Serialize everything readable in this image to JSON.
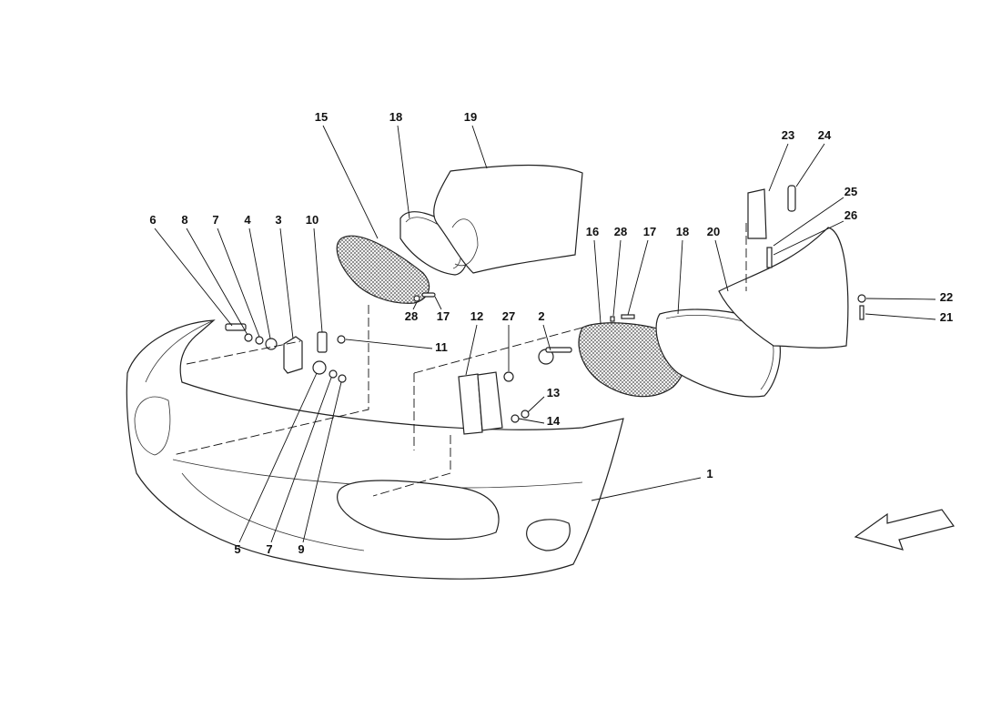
{
  "diagram": {
    "callouts": [
      "15",
      "18",
      "19",
      "23",
      "24",
      "25",
      "26",
      "6",
      "8",
      "7",
      "4",
      "3",
      "10",
      "16",
      "28",
      "17",
      "18",
      "20",
      "22",
      "21",
      "28",
      "17",
      "12",
      "27",
      "2",
      "11",
      "13",
      "14",
      "1",
      "5",
      "7",
      "9"
    ],
    "direction_arrow": "front-direction-arrow"
  }
}
